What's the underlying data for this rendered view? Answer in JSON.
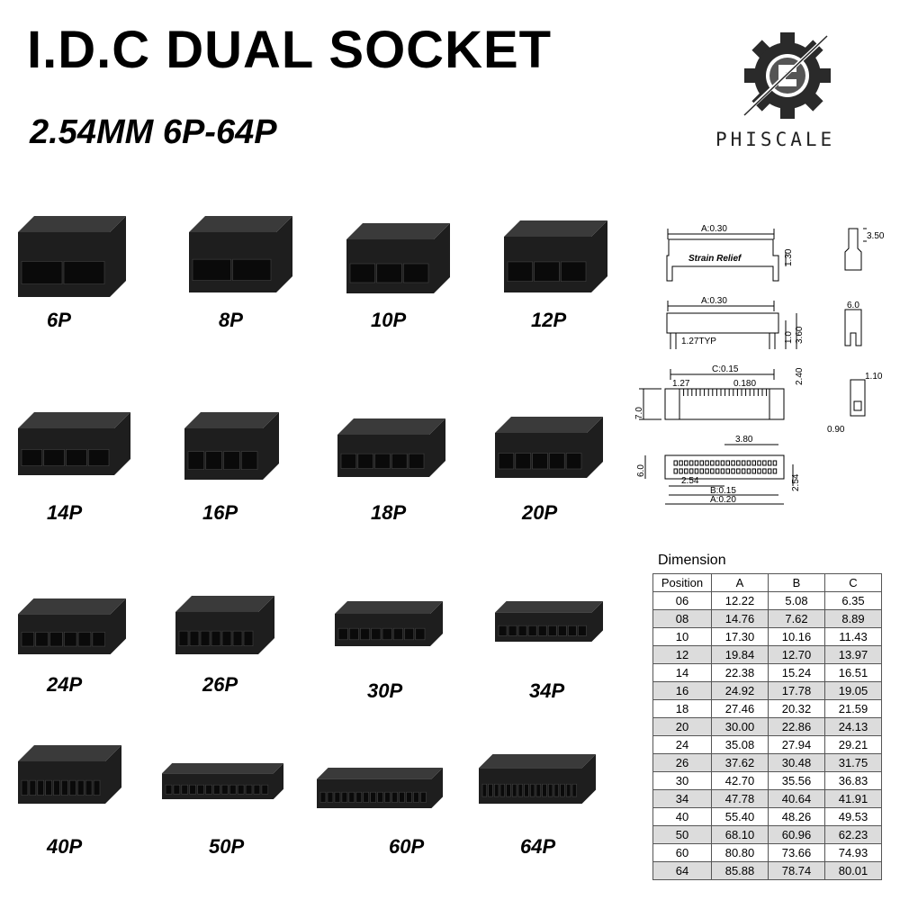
{
  "header": {
    "title": "I.D.C DUAL SOCKET",
    "subtitle": "2.54MM 6P-64P"
  },
  "brand": {
    "name": "PHISCALE",
    "logo_icon": "gear-logo-icon"
  },
  "parts": [
    {
      "label": "6P"
    },
    {
      "label": "8P"
    },
    {
      "label": "10P"
    },
    {
      "label": "12P"
    },
    {
      "label": "14P"
    },
    {
      "label": "16P"
    },
    {
      "label": "18P"
    },
    {
      "label": "20P"
    },
    {
      "label": "24P"
    },
    {
      "label": "26P"
    },
    {
      "label": "30P"
    },
    {
      "label": "34P"
    },
    {
      "label": "40P"
    },
    {
      "label": "50P"
    },
    {
      "label": "60P"
    },
    {
      "label": "64P"
    }
  ],
  "drawing": {
    "a1": "A:0.30",
    "strain": "Strain Relief",
    "h130": "1.30",
    "v350": "3.50",
    "a2": "A:0.30",
    "typ": "1.27TYP",
    "h10": "1.0",
    "h360": "3.60",
    "v60a": "6.0",
    "c": "C:0.15",
    "p127": "1.27",
    "p0180": "0.180",
    "h240": "2.40",
    "v70": "7.0",
    "v110": "1.10",
    "v090": "0.90",
    "p380": "3.80",
    "v60b": "6.0",
    "p254a": "2.54",
    "p254b": "2.54",
    "b": "B:0.15",
    "a3": "A:0.20"
  },
  "dimension_table": {
    "caption": "Dimension",
    "headers": [
      "Position",
      "A",
      "B",
      "C"
    ],
    "rows": [
      [
        "06",
        "12.22",
        "5.08",
        "6.35"
      ],
      [
        "08",
        "14.76",
        "7.62",
        "8.89"
      ],
      [
        "10",
        "17.30",
        "10.16",
        "11.43"
      ],
      [
        "12",
        "19.84",
        "12.70",
        "13.97"
      ],
      [
        "14",
        "22.38",
        "15.24",
        "16.51"
      ],
      [
        "16",
        "24.92",
        "17.78",
        "19.05"
      ],
      [
        "18",
        "27.46",
        "20.32",
        "21.59"
      ],
      [
        "20",
        "30.00",
        "22.86",
        "24.13"
      ],
      [
        "24",
        "35.08",
        "27.94",
        "29.21"
      ],
      [
        "26",
        "37.62",
        "30.48",
        "31.75"
      ],
      [
        "30",
        "42.70",
        "35.56",
        "36.83"
      ],
      [
        "34",
        "47.78",
        "40.64",
        "41.91"
      ],
      [
        "40",
        "55.40",
        "48.26",
        "49.53"
      ],
      [
        "50",
        "68.10",
        "60.96",
        "62.23"
      ],
      [
        "60",
        "80.80",
        "73.66",
        "74.93"
      ],
      [
        "64",
        "85.88",
        "78.74",
        "80.01"
      ]
    ]
  }
}
